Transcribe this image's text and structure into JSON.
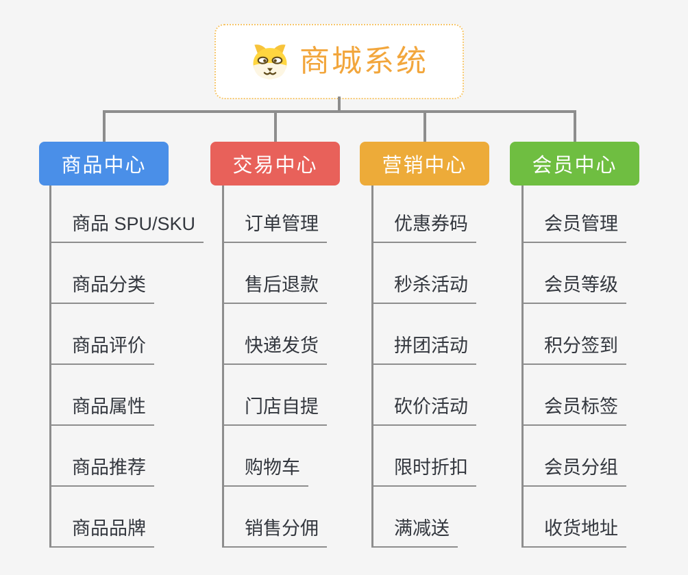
{
  "app": {
    "background": "#f5f5f5",
    "connector_color": "#8d8d8d",
    "leaf_text_color": "#33373e"
  },
  "root": {
    "title": "商城系统",
    "icon": "dog-face-icon",
    "text_color": "#f2a63c",
    "border_color": "#f6c66a",
    "background": "#ffffff"
  },
  "branches": [
    {
      "label": "商品中心",
      "color": "#4a8fe8",
      "items": [
        "商品 SPU/SKU",
        "商品分类",
        "商品评价",
        "商品属性",
        "商品推荐",
        "商品品牌"
      ]
    },
    {
      "label": "交易中心",
      "color": "#e8615a",
      "items": [
        "订单管理",
        "售后退款",
        "快递发货",
        "门店自提",
        "购物车",
        "销售分佣"
      ]
    },
    {
      "label": "营销中心",
      "color": "#edab39",
      "items": [
        "优惠券码",
        "秒杀活动",
        "拼团活动",
        "砍价活动",
        "限时折扣",
        "满减送"
      ]
    },
    {
      "label": "会员中心",
      "color": "#6fbe41",
      "items": [
        "会员管理",
        "会员等级",
        "积分签到",
        "会员标签",
        "会员分组",
        "收货地址"
      ]
    }
  ]
}
